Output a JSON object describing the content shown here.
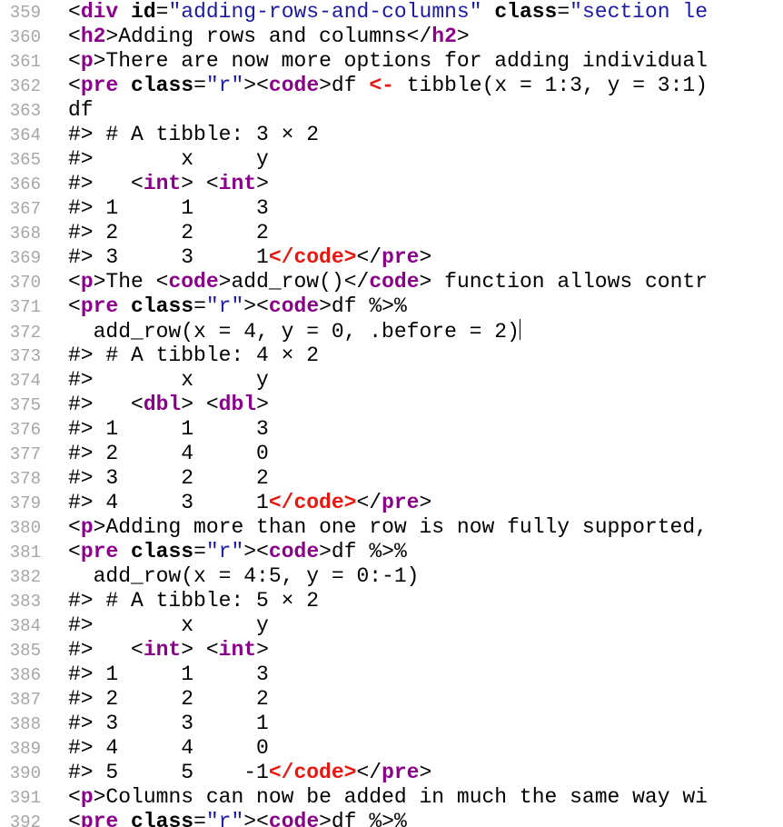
{
  "editor": {
    "colors": {
      "tag": "#8b008b",
      "string": "#1a1aa6",
      "red": "#e8170f",
      "gutter": "#a6a6a6"
    },
    "lines": [
      {
        "number": "359",
        "segments": [
          {
            "t": "<",
            "c": "plain"
          },
          {
            "t": "div",
            "c": "tag"
          },
          {
            "t": " ",
            "c": "plain"
          },
          {
            "t": "id",
            "c": "attr"
          },
          {
            "t": "=",
            "c": "plain"
          },
          {
            "t": "\"adding-rows-and-columns\"",
            "c": "str"
          },
          {
            "t": " ",
            "c": "plain"
          },
          {
            "t": "class",
            "c": "attr"
          },
          {
            "t": "=",
            "c": "plain"
          },
          {
            "t": "\"section le",
            "c": "str"
          }
        ]
      },
      {
        "number": "360",
        "segments": [
          {
            "t": "<",
            "c": "plain"
          },
          {
            "t": "h2",
            "c": "tag"
          },
          {
            "t": ">Adding rows and columns</",
            "c": "plain"
          },
          {
            "t": "h2",
            "c": "tag"
          },
          {
            "t": ">",
            "c": "plain"
          }
        ]
      },
      {
        "number": "361",
        "segments": [
          {
            "t": "<",
            "c": "plain"
          },
          {
            "t": "p",
            "c": "tag"
          },
          {
            "t": ">There are now more options for adding individual",
            "c": "plain"
          }
        ]
      },
      {
        "number": "362",
        "segments": [
          {
            "t": "<",
            "c": "plain"
          },
          {
            "t": "pre",
            "c": "tag"
          },
          {
            "t": " ",
            "c": "plain"
          },
          {
            "t": "class",
            "c": "attr"
          },
          {
            "t": "=",
            "c": "plain"
          },
          {
            "t": "\"r\"",
            "c": "str"
          },
          {
            "t": "><",
            "c": "plain"
          },
          {
            "t": "code",
            "c": "tag"
          },
          {
            "t": ">df ",
            "c": "plain"
          },
          {
            "t": "<-",
            "c": "red"
          },
          {
            "t": " tibble(x = 1:3, y = 3:1)",
            "c": "plain"
          }
        ]
      },
      {
        "number": "363",
        "segments": [
          {
            "t": "df",
            "c": "plain"
          }
        ]
      },
      {
        "number": "364",
        "segments": [
          {
            "t": "#> # A tibble: 3 × 2",
            "c": "plain"
          }
        ]
      },
      {
        "number": "365",
        "segments": [
          {
            "t": "#>       x     y",
            "c": "plain"
          }
        ]
      },
      {
        "number": "366",
        "segments": [
          {
            "t": "#>   <",
            "c": "plain"
          },
          {
            "t": "int",
            "c": "tag"
          },
          {
            "t": "> <",
            "c": "plain"
          },
          {
            "t": "int",
            "c": "tag"
          },
          {
            "t": ">",
            "c": "plain"
          }
        ]
      },
      {
        "number": "367",
        "segments": [
          {
            "t": "#> 1     1     3",
            "c": "plain"
          }
        ]
      },
      {
        "number": "368",
        "segments": [
          {
            "t": "#> 2     2     2",
            "c": "plain"
          }
        ]
      },
      {
        "number": "369",
        "segments": [
          {
            "t": "#> 3     3     1",
            "c": "plain"
          },
          {
            "t": "</code>",
            "c": "red"
          },
          {
            "t": "</",
            "c": "plain"
          },
          {
            "t": "pre",
            "c": "tag"
          },
          {
            "t": ">",
            "c": "plain"
          }
        ]
      },
      {
        "number": "370",
        "segments": [
          {
            "t": "<",
            "c": "plain"
          },
          {
            "t": "p",
            "c": "tag"
          },
          {
            "t": ">The <",
            "c": "plain"
          },
          {
            "t": "code",
            "c": "tag"
          },
          {
            "t": ">add_row()</",
            "c": "plain"
          },
          {
            "t": "code",
            "c": "tag"
          },
          {
            "t": "> function allows contr",
            "c": "plain"
          }
        ]
      },
      {
        "number": "371",
        "segments": [
          {
            "t": "<",
            "c": "plain"
          },
          {
            "t": "pre",
            "c": "tag"
          },
          {
            "t": " ",
            "c": "plain"
          },
          {
            "t": "class",
            "c": "attr"
          },
          {
            "t": "=",
            "c": "plain"
          },
          {
            "t": "\"r\"",
            "c": "str"
          },
          {
            "t": "><",
            "c": "plain"
          },
          {
            "t": "code",
            "c": "tag"
          },
          {
            "t": ">df %>%",
            "c": "plain"
          }
        ]
      },
      {
        "number": "372",
        "cursor": true,
        "segments": [
          {
            "t": "  add_row(x = 4, y = 0, .before = 2)",
            "c": "plain"
          }
        ]
      },
      {
        "number": "373",
        "segments": [
          {
            "t": "#> # A tibble: 4 × 2",
            "c": "plain"
          }
        ]
      },
      {
        "number": "374",
        "segments": [
          {
            "t": "#>       x     y",
            "c": "plain"
          }
        ]
      },
      {
        "number": "375",
        "segments": [
          {
            "t": "#>   <",
            "c": "plain"
          },
          {
            "t": "dbl",
            "c": "tag"
          },
          {
            "t": "> <",
            "c": "plain"
          },
          {
            "t": "dbl",
            "c": "tag"
          },
          {
            "t": ">",
            "c": "plain"
          }
        ]
      },
      {
        "number": "376",
        "segments": [
          {
            "t": "#> 1     1     3",
            "c": "plain"
          }
        ]
      },
      {
        "number": "377",
        "segments": [
          {
            "t": "#> 2     4     0",
            "c": "plain"
          }
        ]
      },
      {
        "number": "378",
        "segments": [
          {
            "t": "#> 3     2     2",
            "c": "plain"
          }
        ]
      },
      {
        "number": "379",
        "segments": [
          {
            "t": "#> 4     3     1",
            "c": "plain"
          },
          {
            "t": "</code>",
            "c": "red"
          },
          {
            "t": "</",
            "c": "plain"
          },
          {
            "t": "pre",
            "c": "tag"
          },
          {
            "t": ">",
            "c": "plain"
          }
        ]
      },
      {
        "number": "380",
        "segments": [
          {
            "t": "<",
            "c": "plain"
          },
          {
            "t": "p",
            "c": "tag"
          },
          {
            "t": ">Adding more than one row is now fully supported,",
            "c": "plain"
          }
        ]
      },
      {
        "number": "381",
        "segments": [
          {
            "t": "<",
            "c": "plain"
          },
          {
            "t": "pre",
            "c": "tag"
          },
          {
            "t": " ",
            "c": "plain"
          },
          {
            "t": "class",
            "c": "attr"
          },
          {
            "t": "=",
            "c": "plain"
          },
          {
            "t": "\"r\"",
            "c": "str"
          },
          {
            "t": "><",
            "c": "plain"
          },
          {
            "t": "code",
            "c": "tag"
          },
          {
            "t": ">df %>%",
            "c": "plain"
          }
        ]
      },
      {
        "number": "382",
        "segments": [
          {
            "t": "  add_row(x = 4:5, y = 0:-1)",
            "c": "plain"
          }
        ]
      },
      {
        "number": "383",
        "segments": [
          {
            "t": "#> # A tibble: 5 × 2",
            "c": "plain"
          }
        ]
      },
      {
        "number": "384",
        "segments": [
          {
            "t": "#>       x     y",
            "c": "plain"
          }
        ]
      },
      {
        "number": "385",
        "segments": [
          {
            "t": "#>   <",
            "c": "plain"
          },
          {
            "t": "int",
            "c": "tag"
          },
          {
            "t": "> <",
            "c": "plain"
          },
          {
            "t": "int",
            "c": "tag"
          },
          {
            "t": ">",
            "c": "plain"
          }
        ]
      },
      {
        "number": "386",
        "segments": [
          {
            "t": "#> 1     1     3",
            "c": "plain"
          }
        ]
      },
      {
        "number": "387",
        "segments": [
          {
            "t": "#> 2     2     2",
            "c": "plain"
          }
        ]
      },
      {
        "number": "388",
        "segments": [
          {
            "t": "#> 3     3     1",
            "c": "plain"
          }
        ]
      },
      {
        "number": "389",
        "segments": [
          {
            "t": "#> 4     4     0",
            "c": "plain"
          }
        ]
      },
      {
        "number": "390",
        "segments": [
          {
            "t": "#> 5     5    -1",
            "c": "plain"
          },
          {
            "t": "</code>",
            "c": "red"
          },
          {
            "t": "</",
            "c": "plain"
          },
          {
            "t": "pre",
            "c": "tag"
          },
          {
            "t": ">",
            "c": "plain"
          }
        ]
      },
      {
        "number": "391",
        "segments": [
          {
            "t": "<",
            "c": "plain"
          },
          {
            "t": "p",
            "c": "tag"
          },
          {
            "t": ">Columns can now be added in much the same way wi",
            "c": "plain"
          }
        ]
      },
      {
        "number": "392",
        "segments": [
          {
            "t": "<",
            "c": "plain"
          },
          {
            "t": "pre",
            "c": "tag"
          },
          {
            "t": " ",
            "c": "plain"
          },
          {
            "t": "class",
            "c": "attr"
          },
          {
            "t": "=",
            "c": "plain"
          },
          {
            "t": "\"r\"",
            "c": "str"
          },
          {
            "t": "><",
            "c": "plain"
          },
          {
            "t": "code",
            "c": "tag"
          },
          {
            "t": ">df %>%",
            "c": "plain"
          }
        ]
      }
    ]
  }
}
